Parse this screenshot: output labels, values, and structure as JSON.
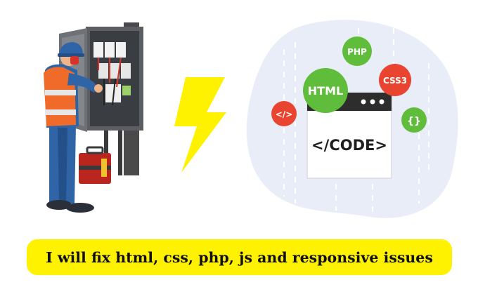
{
  "caption": "I will fix html, css, php, js and responsive issues",
  "window_label": "</CODE>",
  "badges": {
    "php": "PHP",
    "html": "HTML",
    "css": "CSS3",
    "tag": "</>",
    "braces": "{}"
  },
  "colors": {
    "caption_background": "#fff200",
    "bolt": "#fff200",
    "blob": "#e8edf8",
    "badge_green": "#5fbd3b",
    "badge_red": "#e8442f",
    "vest_orange": "#f06a2a",
    "uniform_blue": "#2f64a6"
  },
  "icons": {
    "bolt": "lightning-bolt-icon",
    "technician": "electrician-illustration",
    "toolbox": "toolbox-icon",
    "window": "code-window-icon"
  }
}
